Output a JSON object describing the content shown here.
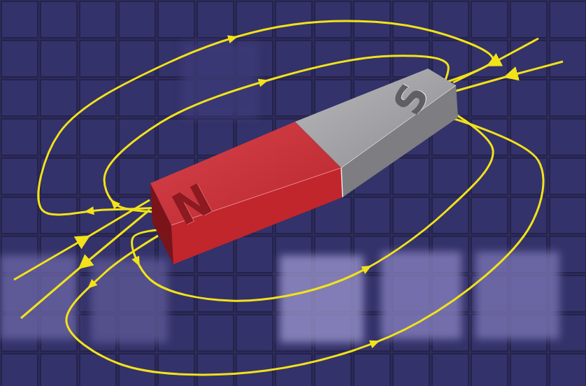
{
  "diagram": {
    "nodes": [
      {
        "text": [
          "N"
        ]
      },
      {
        "text": [
          "S"
        ]
      }
    ],
    "edges": [
      {
        "from": 0,
        "to": 1,
        "arrow": "to"
      },
      {
        "from": 0,
        "to": 1,
        "arrow": "to"
      },
      {
        "from": 0,
        "to": 1,
        "arrow": "to"
      },
      {
        "from": 0,
        "to": 1,
        "arrow": "to"
      }
    ]
  }
}
